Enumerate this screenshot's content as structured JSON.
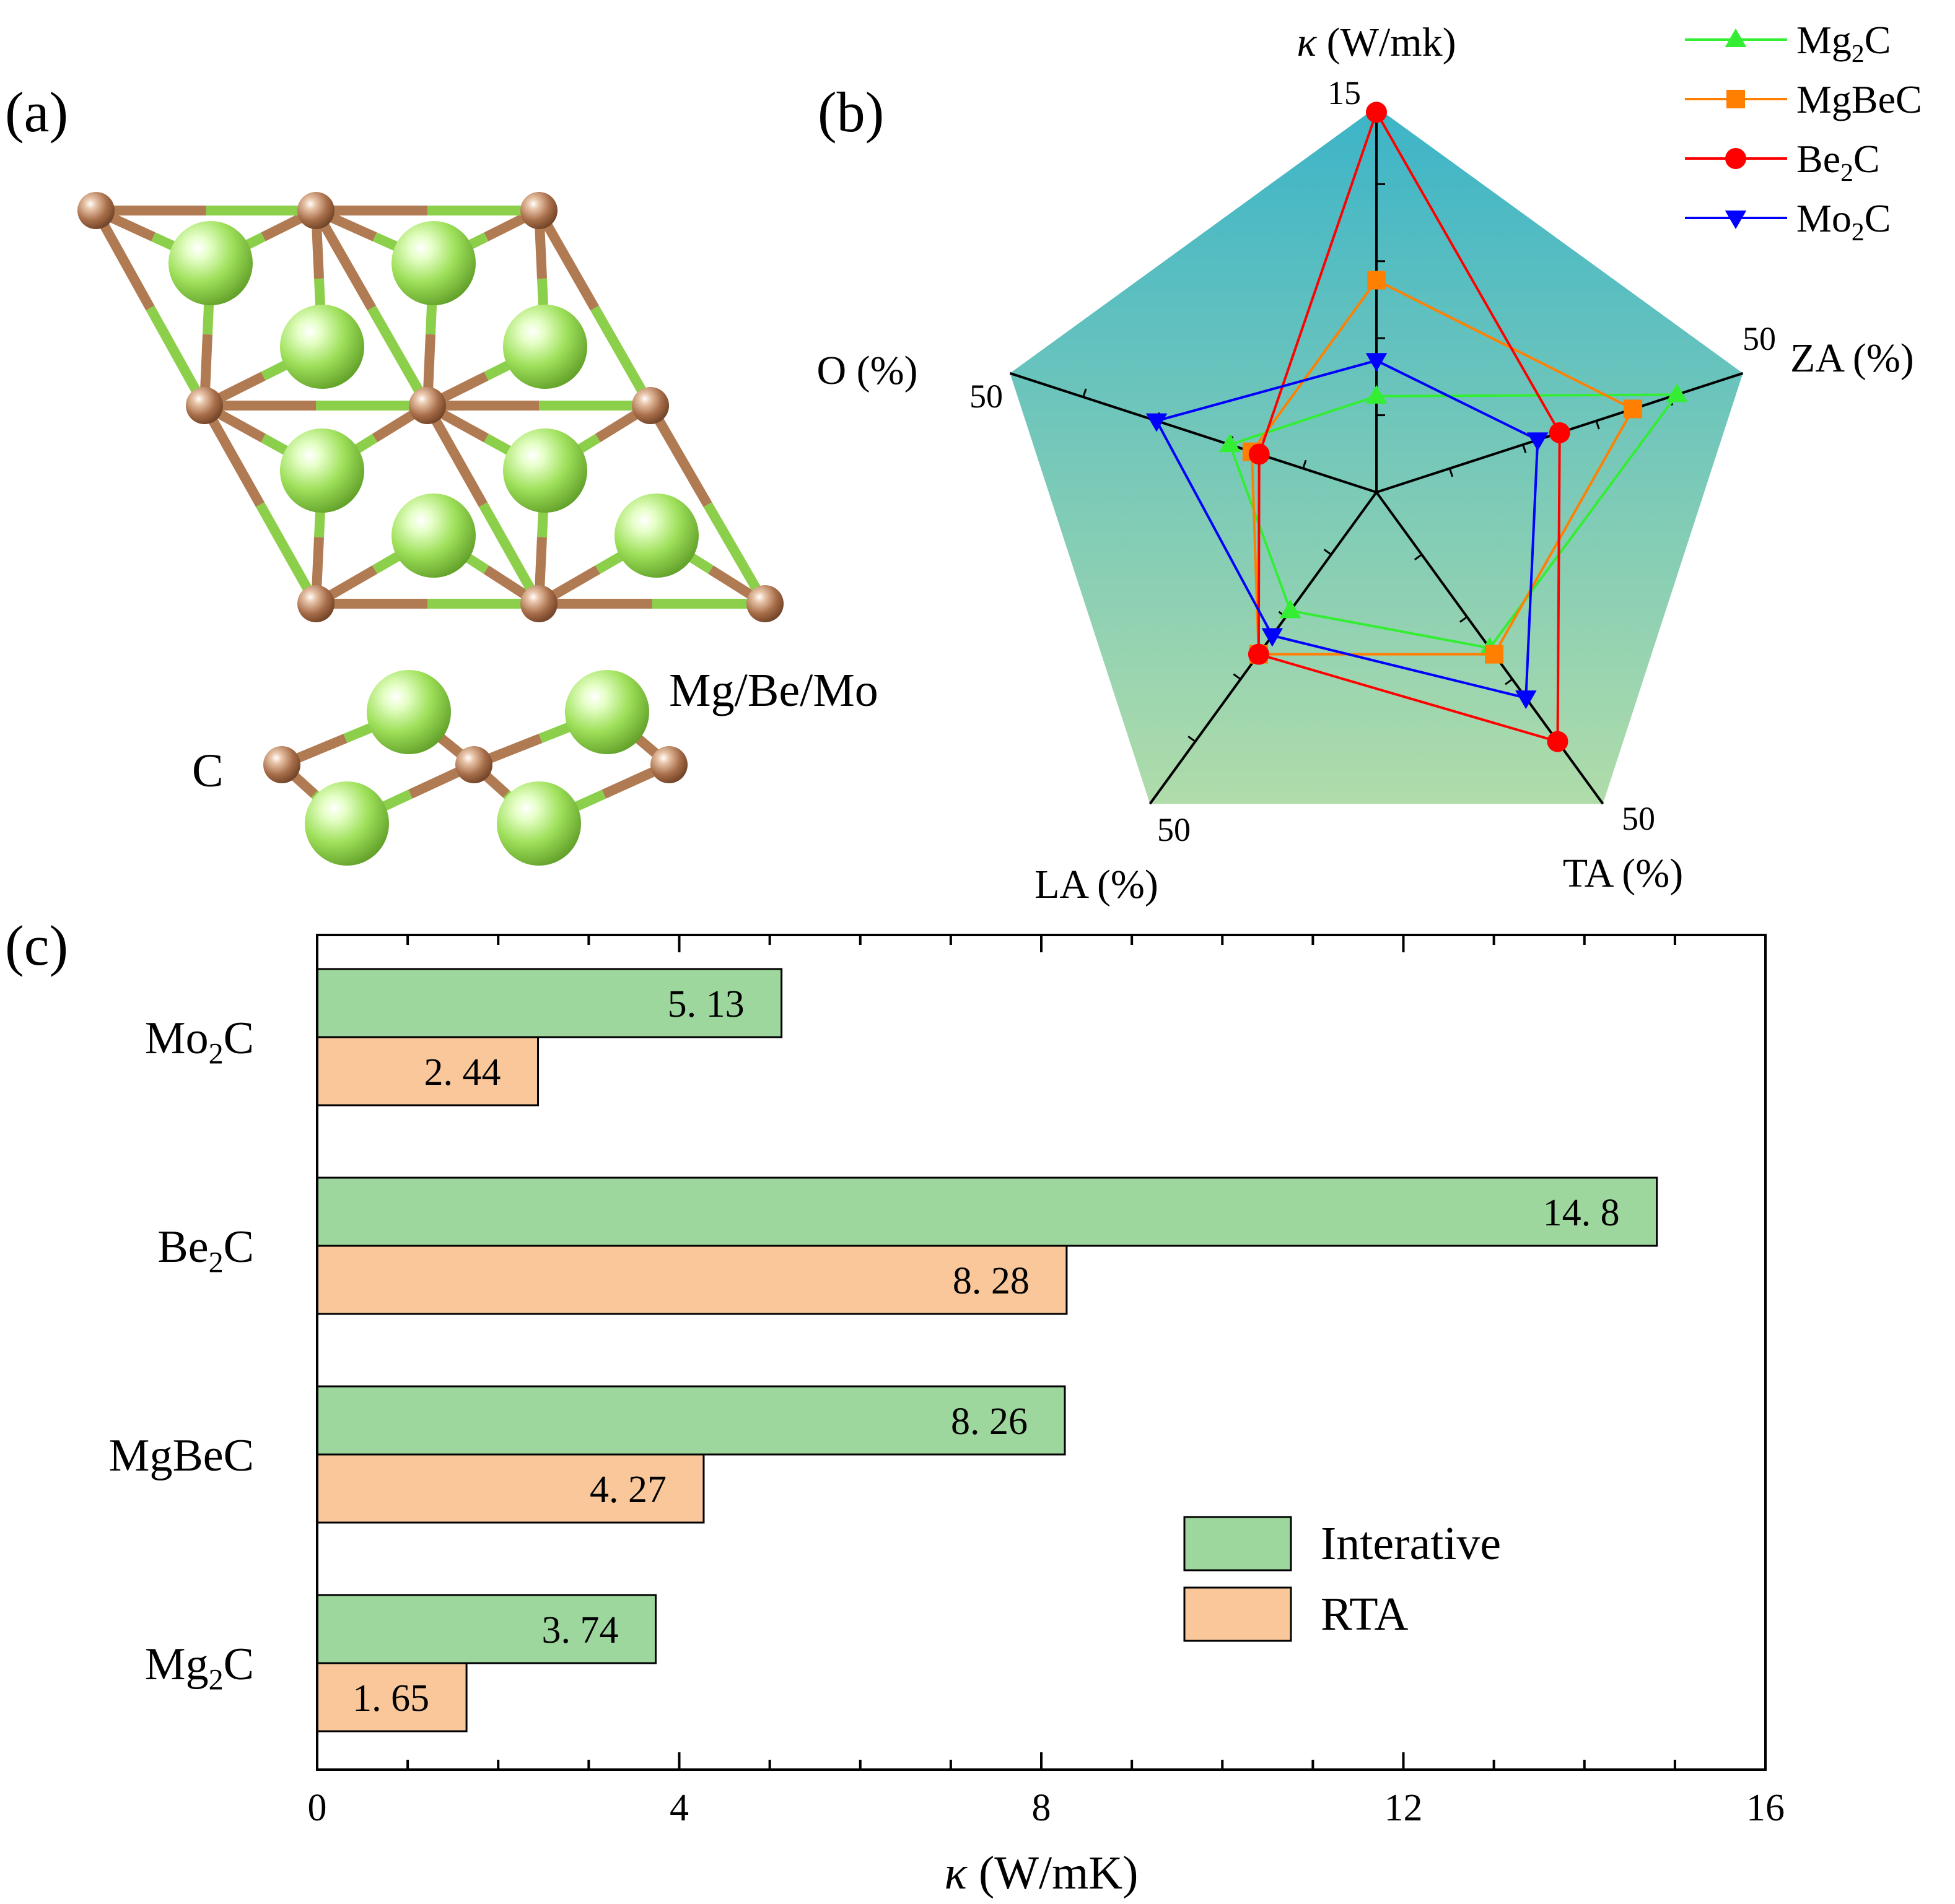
{
  "panels": {
    "a_label": "(a)",
    "b_label": "(b)",
    "c_label": "(c)"
  },
  "structure": {
    "metal_label": "Mg/Be/Mo",
    "carbon_label": "C",
    "colors": {
      "metal": "#9ee05a",
      "carbon": "#a86e4a",
      "bond_metal": "#8ccf4a",
      "bond_carbon": "#b07a52",
      "cell": "#c8c8c8"
    }
  },
  "chart_data": [
    {
      "type": "radar",
      "axes": [
        {
          "label_main": "κ",
          "label_rest": " (W/mk)",
          "max": 15,
          "max_label": "15"
        },
        {
          "label_main": "ZA (%)",
          "label_rest": "",
          "max": 50,
          "max_label": "50"
        },
        {
          "label_main": "TA (%)",
          "label_rest": "",
          "max": 50,
          "max_label": "50"
        },
        {
          "label_main": "LA (%)",
          "label_rest": "",
          "max": 50,
          "max_label": "50"
        },
        {
          "label_main": "O (%)",
          "label_rest": "",
          "max": 50,
          "max_label": "50"
        }
      ],
      "ticks_per_axis": 5,
      "background_gradient": [
        "#3cb4c8",
        "#b0dcaa"
      ],
      "legend": {
        "position": "top-right"
      },
      "series": [
        {
          "name": "Mg",
          "name_sub": "2",
          "name_tail": "C",
          "color": "#33ee33",
          "marker": "triangle-up",
          "values": [
            3.74,
            41,
            25,
            19,
            20
          ]
        },
        {
          "name": "MgBeC",
          "name_sub": "",
          "name_tail": "",
          "color": "#ff8000",
          "marker": "square",
          "values": [
            8.26,
            35,
            26,
            26,
            17
          ]
        },
        {
          "name": "Be",
          "name_sub": "2",
          "name_tail": "C",
          "color": "#ff0000",
          "marker": "circle",
          "values": [
            14.8,
            25,
            40,
            26,
            16
          ]
        },
        {
          "name": "Mo",
          "name_sub": "2",
          "name_tail": "C",
          "color": "#0000ff",
          "marker": "triangle-down",
          "values": [
            5.13,
            22,
            33,
            23,
            30
          ]
        }
      ]
    },
    {
      "type": "bar",
      "orientation": "horizontal",
      "categories": [
        {
          "main": "Mo",
          "sub": "2",
          "tail": "C"
        },
        {
          "main": "Be",
          "sub": "2",
          "tail": "C"
        },
        {
          "main": "MgBeC",
          "sub": "",
          "tail": ""
        },
        {
          "main": "Mg",
          "sub": "2",
          "tail": "C"
        }
      ],
      "series": [
        {
          "name": "Interative",
          "color": "#9dd79d",
          "values": [
            5.13,
            14.8,
            8.26,
            3.74
          ],
          "labels": [
            "5. 13",
            "14. 8",
            "8. 26",
            "3. 74"
          ]
        },
        {
          "name": "RTA",
          "color": "#f9c79a",
          "values": [
            2.44,
            8.28,
            4.27,
            1.65
          ],
          "labels": [
            "2. 44",
            "8. 28",
            "4. 27",
            "1. 65"
          ]
        }
      ],
      "xlim": [
        0,
        16
      ],
      "xticks": [
        0,
        4,
        8,
        12,
        16
      ],
      "xtick_labels": [
        "0",
        "4",
        "8",
        "12",
        "16"
      ],
      "xlabel_main": "κ",
      "xlabel_rest": " (W/mK)",
      "legend": {
        "position": "lower-right"
      }
    }
  ]
}
